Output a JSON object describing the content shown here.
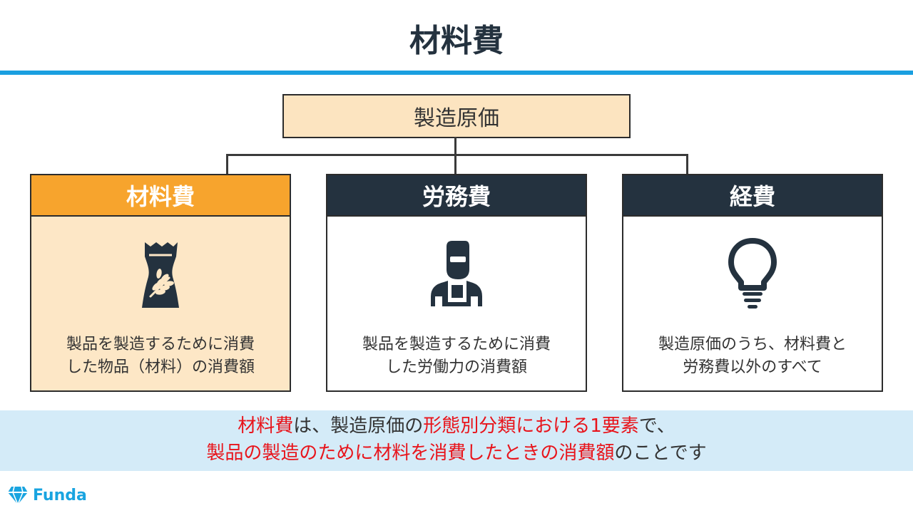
{
  "title": "材料費",
  "root": {
    "label": "製造原価"
  },
  "cards": [
    {
      "header": "材料費",
      "icon": "grain-bag-icon",
      "text_lines": [
        "製品を製造するために消費",
        "した物品（材料）の消費額"
      ]
    },
    {
      "header": "労務費",
      "icon": "worker-icon",
      "text_lines": [
        "製品を製造するために消費",
        "した労働力の消費額"
      ]
    },
    {
      "header": "経費",
      "icon": "lightbulb-icon",
      "text_lines": [
        "製造原価のうち、材料費と",
        "労務費以外のすべて"
      ]
    }
  ],
  "summary": {
    "line1": [
      {
        "text": "材料費",
        "red": true
      },
      {
        "text": "は、製造原価の",
        "red": false
      },
      {
        "text": "形態別分類における1要素",
        "red": true
      },
      {
        "text": "で、",
        "red": false
      }
    ],
    "line2": [
      {
        "text": "製品の製造のために材料を消費したときの消費額",
        "red": true
      },
      {
        "text": "のことです",
        "red": false
      }
    ]
  },
  "logo": {
    "text": "Funda"
  },
  "colors": {
    "title": "#24323f",
    "rule": "#1a9fe0",
    "root_fill": "#fce4c0",
    "highlight_header": "#f7a42d",
    "highlight_body": "#fde7c6",
    "dark_header": "#24323f",
    "summary_bg": "#d4ebf8",
    "emphasis": "#e8141b",
    "logo": "#19a4e0"
  }
}
